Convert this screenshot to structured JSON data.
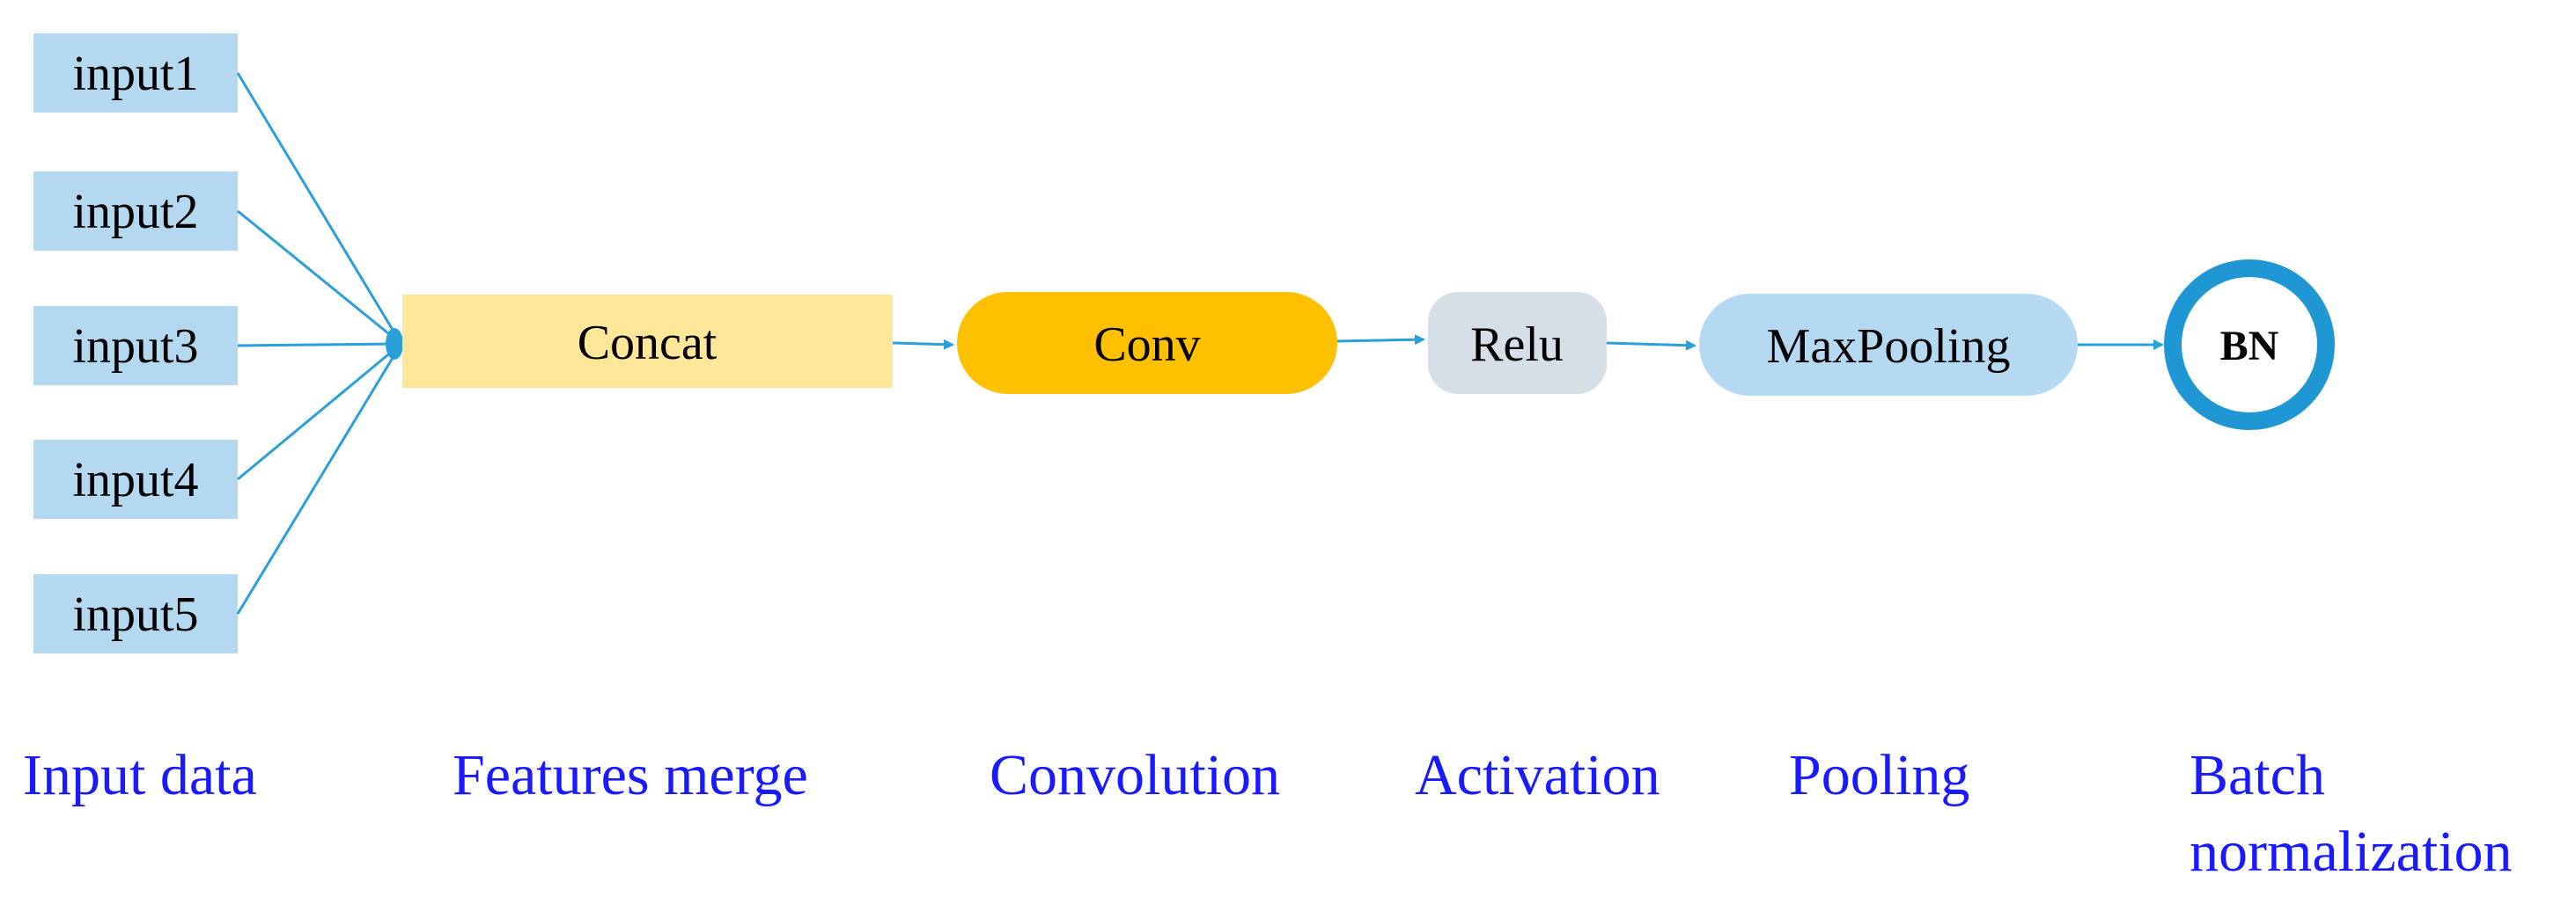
{
  "nodes": {
    "inputs": [
      "input1",
      "input2",
      "input3",
      "input4",
      "input5"
    ],
    "concat": "Concat",
    "conv": "Conv",
    "relu": "Relu",
    "maxpool": "MaxPooling",
    "bn": "BN"
  },
  "captions": {
    "input_data": "Input data",
    "features_merge": "Features merge",
    "convolution": "Convolution",
    "activation": "Activation",
    "pooling": "Pooling",
    "batch_line1": "Batch",
    "batch_line2": "normalization"
  },
  "colors": {
    "input_fill": "#b4d8ef",
    "concat_fill": "#ffe79a",
    "conv_fill": "#ffc000",
    "relu_fill": "#d6dfe8",
    "maxpool_fill": "#b5d9f0",
    "bn_ring": "#1f97d4",
    "edge": "#2b9fd9",
    "caption": "#1a1aff"
  }
}
